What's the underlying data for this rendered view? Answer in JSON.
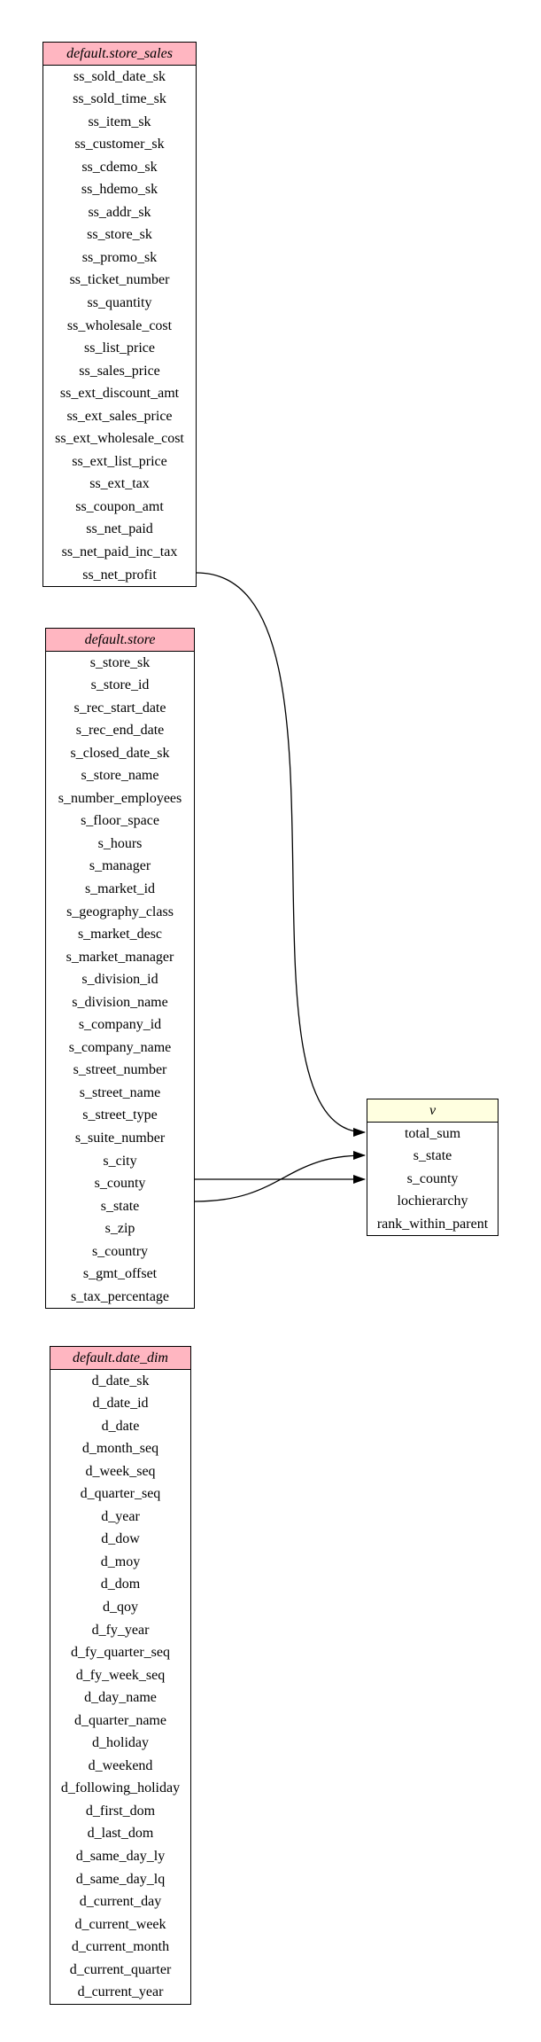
{
  "tables": [
    {
      "id": "store_sales",
      "title": "default.store_sales",
      "columns": [
        "ss_sold_date_sk",
        "ss_sold_time_sk",
        "ss_item_sk",
        "ss_customer_sk",
        "ss_cdemo_sk",
        "ss_hdemo_sk",
        "ss_addr_sk",
        "ss_store_sk",
        "ss_promo_sk",
        "ss_ticket_number",
        "ss_quantity",
        "ss_wholesale_cost",
        "ss_list_price",
        "ss_sales_price",
        "ss_ext_discount_amt",
        "ss_ext_sales_price",
        "ss_ext_wholesale_cost",
        "ss_ext_list_price",
        "ss_ext_tax",
        "ss_coupon_amt",
        "ss_net_paid",
        "ss_net_paid_inc_tax",
        "ss_net_profit"
      ]
    },
    {
      "id": "store",
      "title": "default.store",
      "columns": [
        "s_store_sk",
        "s_store_id",
        "s_rec_start_date",
        "s_rec_end_date",
        "s_closed_date_sk",
        "s_store_name",
        "s_number_employees",
        "s_floor_space",
        "s_hours",
        "s_manager",
        "s_market_id",
        "s_geography_class",
        "s_market_desc",
        "s_market_manager",
        "s_division_id",
        "s_division_name",
        "s_company_id",
        "s_company_name",
        "s_street_number",
        "s_street_name",
        "s_street_type",
        "s_suite_number",
        "s_city",
        "s_county",
        "s_state",
        "s_zip",
        "s_country",
        "s_gmt_offset",
        "s_tax_percentage"
      ]
    },
    {
      "id": "date_dim",
      "title": "default.date_dim",
      "columns": [
        "d_date_sk",
        "d_date_id",
        "d_date",
        "d_month_seq",
        "d_week_seq",
        "d_quarter_seq",
        "d_year",
        "d_dow",
        "d_moy",
        "d_dom",
        "d_qoy",
        "d_fy_year",
        "d_fy_quarter_seq",
        "d_fy_week_seq",
        "d_day_name",
        "d_quarter_name",
        "d_holiday",
        "d_weekend",
        "d_following_holiday",
        "d_first_dom",
        "d_last_dom",
        "d_same_day_ly",
        "d_same_day_lq",
        "d_current_day",
        "d_current_week",
        "d_current_month",
        "d_current_quarter",
        "d_current_year"
      ]
    },
    {
      "id": "v",
      "title": "v",
      "columns": [
        "total_sum",
        "s_state",
        "s_county",
        "lochierarchy",
        "rank_within_parent"
      ]
    }
  ],
  "edges": [
    {
      "from": "store_sales.ss_net_profit",
      "to": "v.total_sum"
    },
    {
      "from": "store.s_county",
      "to": "v.s_county"
    },
    {
      "from": "store.s_state",
      "to": "v.s_state"
    }
  ],
  "colors": {
    "source_header": "#ffb6c1",
    "view_header": "#ffffe0",
    "border": "#000000",
    "edge": "#000000"
  }
}
